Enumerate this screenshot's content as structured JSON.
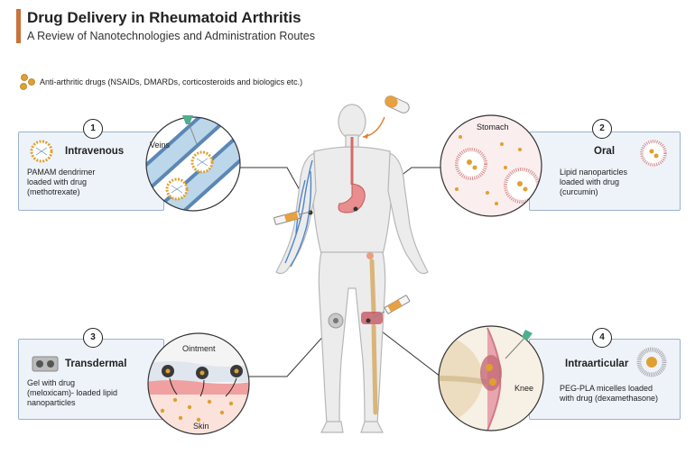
{
  "header": {
    "title": "Drug Delivery in Rheumatoid Arthritis",
    "subtitle": "A Review of Nanotechnologies and Administration Routes"
  },
  "legend": {
    "text": "Anti-arthritic drugs (NSAIDs, DMARDs, corticosteroids and biologics etc.)"
  },
  "routes": [
    {
      "number": "1",
      "title": "Intravenous",
      "desc": [
        "PAMAM dendrimer",
        "loaded with drug",
        "(methotrexate)"
      ],
      "inset_label": "Veins"
    },
    {
      "number": "2",
      "title": "Oral",
      "desc": [
        "Lipid nanoparticles",
        "loaded with drug",
        "(curcumin)"
      ],
      "inset_label": "Stomach"
    },
    {
      "number": "3",
      "title": "Transdermal",
      "desc": [
        "Gel with drug",
        "(meloxicam)-  loaded lipid",
        "nanoparticles"
      ],
      "inset_label": "Ointment",
      "inset_label2": "Skin"
    },
    {
      "number": "4",
      "title": "Intraarticular",
      "desc": [
        "PEG-PLA micelles loaded",
        "with drug (dexamethasone)"
      ],
      "inset_label": "Knee"
    }
  ],
  "colors": {
    "accent": "#c8743a",
    "drug": "#e0a030",
    "panel_bg": "#eef3fa",
    "panel_border": "#9db2cc",
    "vein": "#5b87b5"
  }
}
